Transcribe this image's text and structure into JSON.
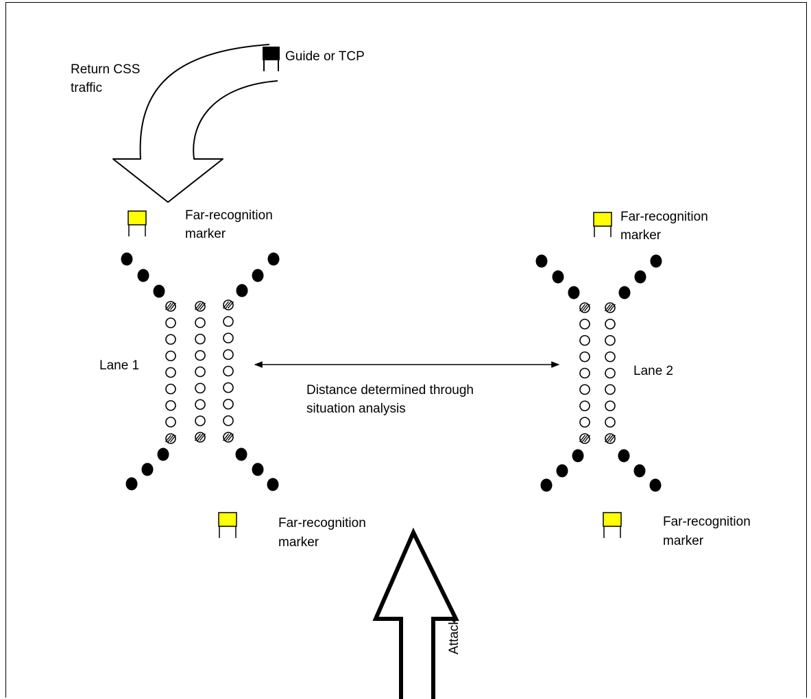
{
  "labels": {
    "return_css_1": "Return CSS",
    "return_css_2": "traffic",
    "guide_tcp": "Guide or TCP",
    "frm_top_left_1": "Far-recognition",
    "frm_top_left_2": "marker",
    "frm_top_right_1": "Far-recognition",
    "frm_top_right_2": "marker",
    "frm_bottom_left_1": "Far-recognition",
    "frm_bottom_left_2": "marker",
    "frm_bottom_right_1": "Far-recognition",
    "frm_bottom_right_2": "marker",
    "lane1": "Lane 1",
    "lane2": "Lane 2",
    "distance_1": "Distance determined through",
    "distance_2": "situation analysis",
    "attack": "Attack"
  },
  "colors": {
    "marker_fill": "#ffff00",
    "guide_fill": "#000000",
    "cone_fill": "#000000",
    "line": "#000000"
  },
  "icons": {
    "guide": "black-flag-icon",
    "marker": "yellow-flag-icon",
    "cone": "filled-dot-icon",
    "vehicle": "open-circle-icon",
    "hatched": "hatched-circle-icon"
  }
}
